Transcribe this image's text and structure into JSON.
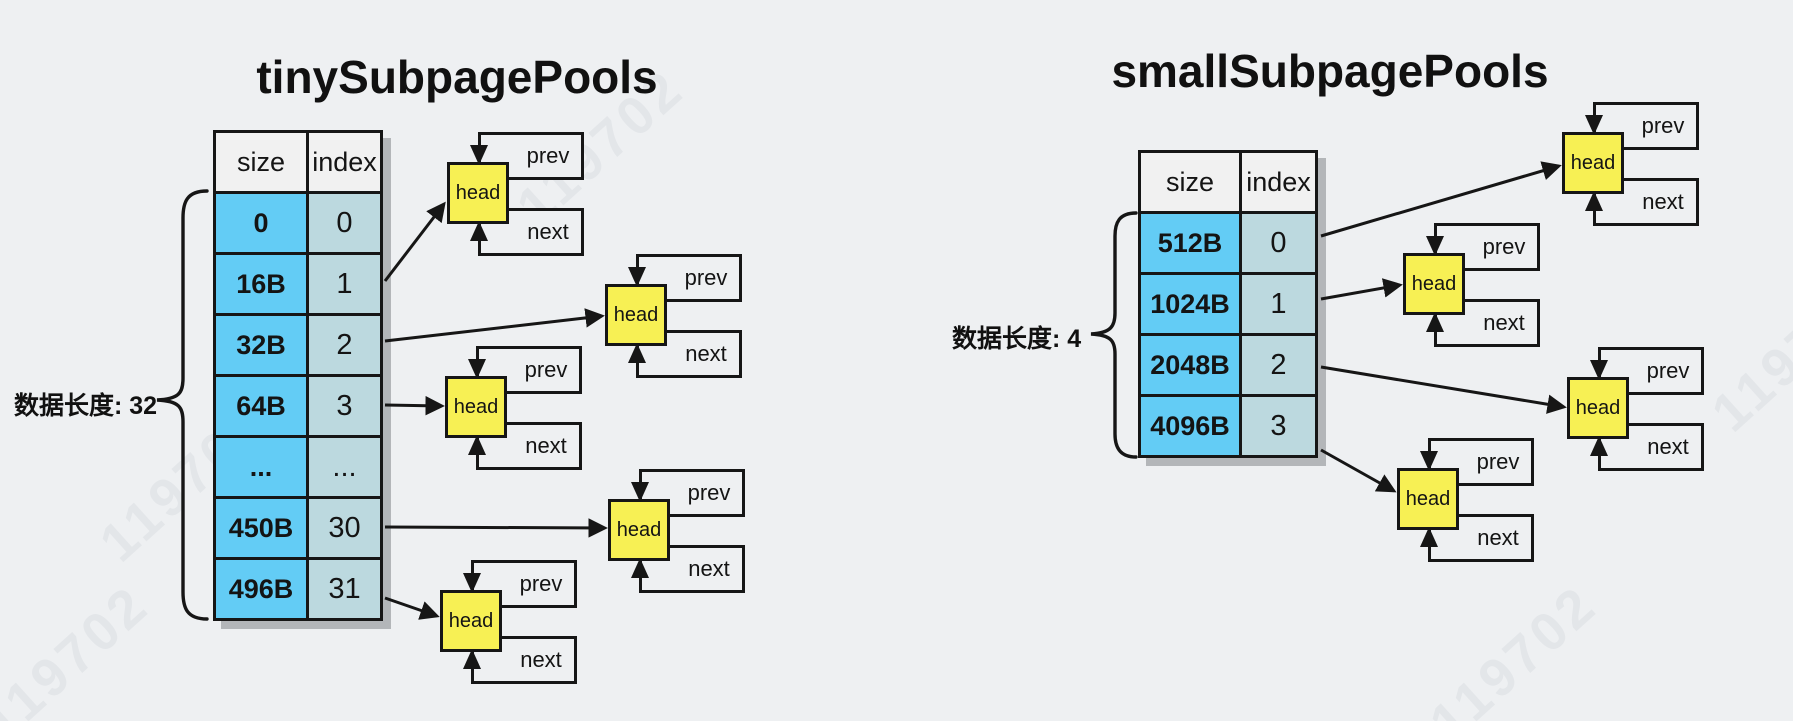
{
  "node_labels": {
    "head": "head",
    "prev": "prev",
    "next": "next"
  },
  "watermark": {
    "text": "119702"
  },
  "colors": {
    "background": "#eef0f2",
    "size_cell": "#63ccf5",
    "index_cell": "#bcd9df",
    "head_fill": "#f7f054",
    "border": "#161616",
    "shadow": "#b3b6b9"
  },
  "left": {
    "title": "tinySubpagePools",
    "length_label": "数据长度: 32",
    "table": {
      "headers": {
        "size": "size",
        "index": "index"
      },
      "rows": [
        {
          "size": "0",
          "index": "0"
        },
        {
          "size": "16B",
          "index": "1"
        },
        {
          "size": "32B",
          "index": "2"
        },
        {
          "size": "64B",
          "index": "3"
        },
        {
          "size": "...",
          "index": "..."
        },
        {
          "size": "450B",
          "index": "30"
        },
        {
          "size": "496B",
          "index": "31"
        }
      ]
    }
  },
  "right": {
    "title": "smallSubpagePools",
    "length_label": "数据长度: 4",
    "table": {
      "headers": {
        "size": "size",
        "index": "index"
      },
      "rows": [
        {
          "size": "512B",
          "index": "0"
        },
        {
          "size": "1024B",
          "index": "1"
        },
        {
          "size": "2048B",
          "index": "2"
        },
        {
          "size": "4096B",
          "index": "3"
        }
      ]
    }
  }
}
